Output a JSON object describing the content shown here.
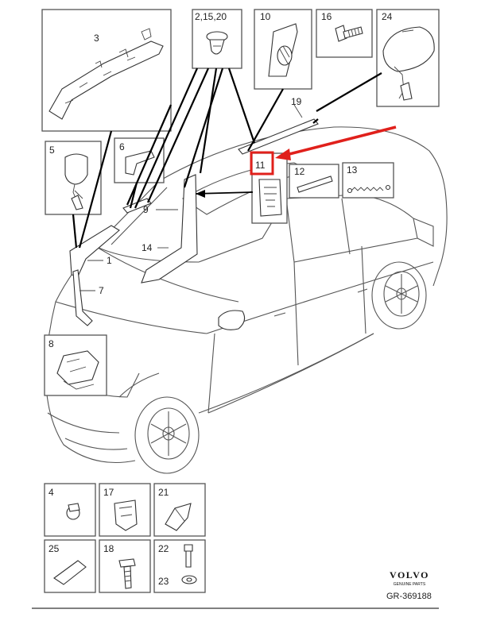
{
  "diagram": {
    "labels": {
      "p1": "1",
      "p3": "3",
      "p5": "5",
      "p6": "6",
      "p7": "7",
      "p8": "8",
      "p9": "9",
      "p10": "10",
      "p11": "11",
      "p12": "12",
      "p13": "13",
      "p14": "14",
      "p16": "16",
      "p17": "17",
      "p19": "19",
      "p21": "21",
      "p24": "24",
      "p4": "4",
      "p25": "25",
      "p18": "18",
      "p22": "22",
      "p23": "23",
      "p2_15_20": "2,15,20"
    },
    "highlight_color": "#e0201b",
    "brand": {
      "logo_text": "VOLVO",
      "tagline": "GENUINE PARTS",
      "code": "GR-369188"
    }
  }
}
